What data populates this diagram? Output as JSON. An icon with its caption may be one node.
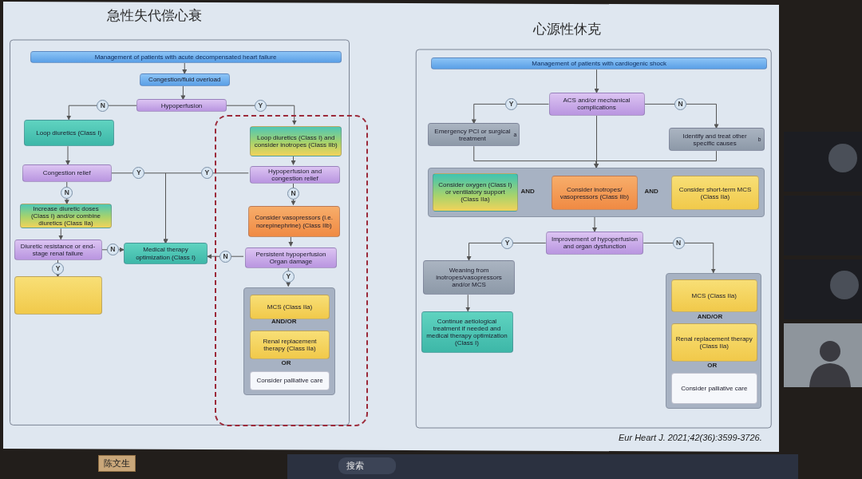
{
  "diagram": {
    "nodes": [
      {
        "text": [
          "Management of patients with acute decompensated heart failure"
        ]
      },
      {
        "text": [
          "Congestion/fluid overload"
        ]
      },
      {
        "text": [
          "Hypoperfusion"
        ]
      },
      {
        "text": [
          "Loop diuretics (Class I)"
        ]
      },
      {
        "text": [
          "Congestion relief"
        ]
      },
      {
        "text": [
          "Increase diuretic doses (Class I) and/or combine diuretics (Class IIa)"
        ]
      },
      {
        "text": [
          "Diuretic resistance or end-stage renal failure"
        ]
      },
      {
        "text": [
          "Medical therapy optimization (Class I)"
        ]
      },
      {
        "text": [],
        "shape": "box"
      },
      {
        "text": [],
        "shape": "box"
      },
      {
        "text": [
          "Loop diuretics (Class I) and consider inotropes (Class IIb)"
        ],
        "in": 9
      },
      {
        "text": [
          "Hypoperfusion and congestion relief"
        ],
        "in": 9
      },
      {
        "text": [
          "Consider vasopressors (i.e. norepinephrine) (Class IIb)"
        ],
        "in": 9
      },
      {
        "text": [
          "Persistent hypoperfusion Organ damage"
        ],
        "in": 9
      },
      {
        "text": [],
        "shape": "box",
        "in": 9
      },
      {
        "text": [
          "MCS (Class IIa)"
        ],
        "in": 14
      },
      {
        "text": [
          "Renal replacement therapy (Class IIa)"
        ],
        "in": 14
      },
      {
        "text": [
          "Consider palliative care"
        ],
        "in": 14
      },
      {
        "text": [
          "Management of patients with cardiogenic shock"
        ]
      },
      {
        "text": [
          "ACS and/or mechanical complications"
        ]
      },
      {
        "text": [
          "Emergency PCI or surgical treatment$^{a}$"
        ]
      },
      {
        "text": [
          "Identify and treat other specific causes$^{b}$"
        ]
      },
      {
        "text": [],
        "shape": "box"
      },
      {
        "text": [
          "Consider oxygen (Class I) or ventilatory support (Class IIa)"
        ],
        "in": 22
      },
      {
        "text": [
          "Consider inotropes/ vasopressors (Class IIb)"
        ],
        "in": 22
      },
      {
        "text": [
          "Consider short-term MCS (Class IIa)"
        ],
        "in": 22
      },
      {
        "text": [
          "Improvement of hypoperfusion and organ dysfunction"
        ]
      },
      {
        "text": [
          "Weaning from inotropes/vasopressors and/or MCS"
        ]
      },
      {
        "text": [
          "Continue aetiological treatment if needed and medical therapy optimization (Class I)"
        ]
      },
      {
        "text": [],
        "shape": "box"
      },
      {
        "text": [
          "MCS (Class IIa)"
        ],
        "in": 29
      },
      {
        "text": [
          "Renal replacement therapy (Class IIa)"
        ],
        "in": 29
      },
      {
        "text": [
          "Consider palliative care"
        ],
        "in": 29
      }
    ],
    "edges": [
      {
        "from": 0,
        "to": 1,
        "arrow": "to"
      },
      {
        "from": 1,
        "to": 2,
        "arrow": "to"
      },
      {
        "from": 2,
        "to": 3,
        "arrow": "to",
        "label": "N"
      },
      {
        "from": 2,
        "to": 10,
        "arrow": "to",
        "label": "Y"
      },
      {
        "from": 3,
        "to": 4,
        "arrow": "to"
      },
      {
        "from": 4,
        "to": 5,
        "arrow": "to",
        "label": "N"
      },
      {
        "from": 4,
        "to": 7,
        "arrow": "to",
        "label": "Y"
      },
      {
        "from": 5,
        "to": 6,
        "arrow": "to"
      },
      {
        "from": 6,
        "to": 7,
        "arrow": "to",
        "label": "N"
      },
      {
        "from": 6,
        "to": 8,
        "arrow": "to",
        "label": "Y"
      },
      {
        "from": 10,
        "to": 11,
        "arrow": "to"
      },
      {
        "from": 11,
        "to": 7,
        "arrow": "to",
        "label": "Y"
      },
      {
        "from": 11,
        "to": 12,
        "arrow": "to",
        "label": "N"
      },
      {
        "from": 12,
        "to": 13,
        "arrow": "to"
      },
      {
        "from": 13,
        "to": 7,
        "arrow": "to",
        "label": "N"
      },
      {
        "from": 13,
        "to": 14,
        "arrow": "to",
        "label": "Y"
      },
      {
        "from": 18,
        "to": 19,
        "arrow": "to"
      },
      {
        "from": 19,
        "to": 20,
        "arrow": "to",
        "label": "Y"
      },
      {
        "from": 19,
        "to": 21,
        "arrow": "to",
        "label": "N"
      },
      {
        "from": 19,
        "to": 22,
        "arrow": "to"
      },
      {
        "from": 20,
        "to": 22,
        "arrow": "to"
      },
      {
        "from": 21,
        "to": 22,
        "arrow": "to"
      },
      {
        "from": 22,
        "to": 26,
        "arrow": "to"
      },
      {
        "from": 26,
        "to": 27,
        "arrow": "to",
        "label": "Y"
      },
      {
        "from": 26,
        "to": 29,
        "arrow": "to",
        "label": "N"
      },
      {
        "from": 27,
        "to": 28,
        "arrow": "to"
      }
    ],
    "labels": [
      "急性失代偿心衰",
      "心源性休克",
      "AND/OR",
      "OR",
      "AND",
      "AND",
      "AND/OR",
      "OR",
      "Eur Heart J. 2021;42(36):3599-3726.",
      "搜索",
      "陈文生"
    ]
  }
}
